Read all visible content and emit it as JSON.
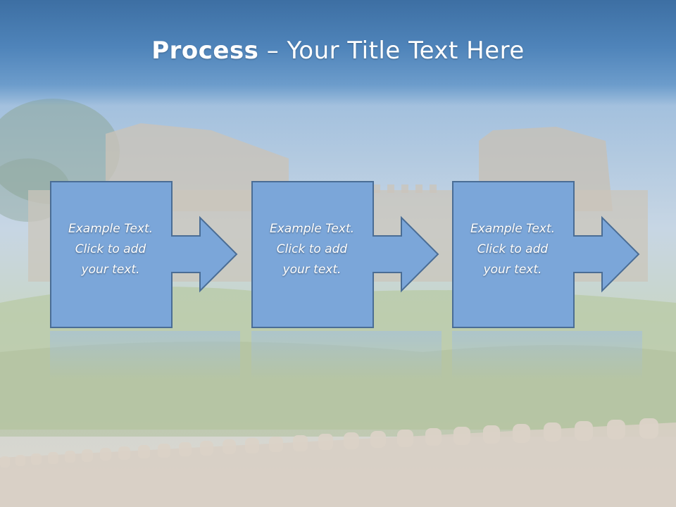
{
  "slide": {
    "title_bold": "Process",
    "title_rest": " – Your Title Text Here"
  },
  "steps": [
    {
      "lines": [
        "Example Text.",
        "Click  to add",
        "your text."
      ]
    },
    {
      "lines": [
        "Example Text.",
        "Click  to add",
        "your text."
      ]
    },
    {
      "lines": [
        "Example Text.",
        "Click  to add",
        "your text."
      ]
    }
  ],
  "colors": {
    "title_band": "#4f84ba",
    "shape_fill": "#7ba6d9",
    "shape_border": "#4a6d95"
  }
}
